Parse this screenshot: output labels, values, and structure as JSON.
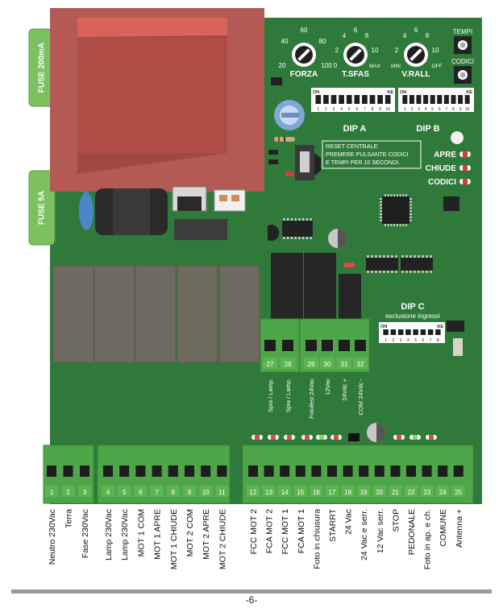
{
  "fuses": [
    "FUSE 200mA",
    "FUSE 5A"
  ],
  "trimmers": {
    "forza": {
      "label": "FORZA",
      "ticks": [
        "20",
        "40",
        "60",
        "80",
        "100"
      ]
    },
    "tsfas": {
      "label": "T.SFAS",
      "ticks": [
        "0",
        "2",
        "4",
        "6",
        "8",
        "10",
        "MAX"
      ]
    },
    "vrall": {
      "label": "V.RALL",
      "ticks": [
        "MIN",
        "2",
        "4",
        "6",
        "8",
        "10",
        "OFF"
      ]
    }
  },
  "buttons": {
    "tempi": "TEMPI",
    "codici": "CODICI"
  },
  "dip": {
    "a": "DIP A",
    "b": "DIP B",
    "c": "DIP C",
    "c_sub": "esclusione ingressi",
    "on": "ON",
    "ke": "KE",
    "numbers": [
      "1",
      "2",
      "3",
      "4",
      "5",
      "6",
      "7",
      "8",
      "9",
      "10"
    ]
  },
  "reset_note": [
    "RESET CENTRALE:",
    "PREMERE PULSANTE CODICI",
    "E TEMPI PER 10 SECONDI."
  ],
  "leds": [
    "APRE",
    "CHIUDE",
    "CODICI"
  ],
  "mid_terminals": {
    "numbers": [
      "27",
      "28",
      "29",
      "30",
      "31",
      "32"
    ],
    "labels": [
      "Spia / Lamp.",
      "Spia / Lamp.",
      "Fotofest 24Vac",
      "12Vac",
      "24Vdc +",
      "COM 24Vdc -"
    ]
  },
  "bottom_terminals": {
    "numbers": [
      "1",
      "2",
      "3",
      "4",
      "5",
      "6",
      "7",
      "8",
      "9",
      "10",
      "11",
      "12",
      "13",
      "14",
      "15",
      "16",
      "17",
      "18",
      "19",
      "20",
      "21",
      "22",
      "23",
      "24",
      "25"
    ],
    "labels": [
      "Neutro 230Vac",
      "Terra",
      "Fase 230Vac",
      "Lamp 230Vac",
      "Lamp 230Vac",
      "MOT 1 COM",
      "MOT 1 APRE",
      "MOT 1 CHIUDE",
      "MOT 2 COM",
      "MOT 2 APRE",
      "MOT 2 CHIUDE",
      "FCC MOT 2",
      "FCA MOT 2",
      "FCC MOT 1",
      "FCA MOT 1",
      "Foto in chiusura",
      "STARRT",
      "24 Vac",
      "24 Vac e serr.",
      "12 Vac serr.",
      "STOP",
      "PEDONALE",
      "Foto in ap. e ch.",
      "COMUNE",
      "Antenna +"
    ]
  },
  "page_number": "-6-",
  "colors": {
    "board": "#2f7a3a",
    "terminal": "#4fa648",
    "transformer": "#b45a55",
    "relay": "#6e6a60"
  }
}
